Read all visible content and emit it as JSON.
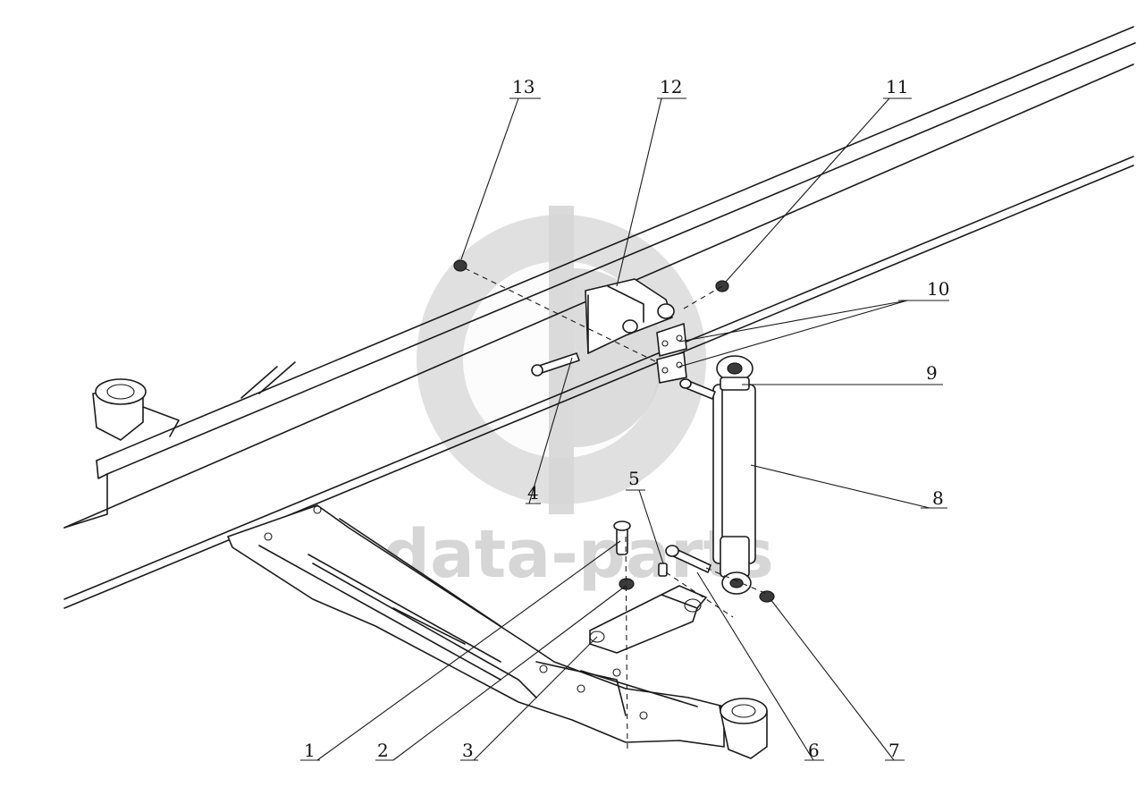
{
  "diagram": {
    "callouts": [
      {
        "id": "1",
        "label": "1"
      },
      {
        "id": "2",
        "label": "2"
      },
      {
        "id": "3",
        "label": "3"
      },
      {
        "id": "4",
        "label": "4"
      },
      {
        "id": "5",
        "label": "5"
      },
      {
        "id": "6",
        "label": "6"
      },
      {
        "id": "7",
        "label": "7"
      },
      {
        "id": "8",
        "label": "8"
      },
      {
        "id": "9",
        "label": "9"
      },
      {
        "id": "10",
        "label": "10"
      },
      {
        "id": "11",
        "label": "11"
      },
      {
        "id": "12",
        "label": "12"
      },
      {
        "id": "13",
        "label": "13"
      }
    ]
  },
  "watermark": {
    "text": "data-parts",
    "color": "#cfcfcf"
  },
  "colors": {
    "line": "#1a1a1a",
    "background": "#ffffff",
    "watermark": "#cfcfcf"
  }
}
